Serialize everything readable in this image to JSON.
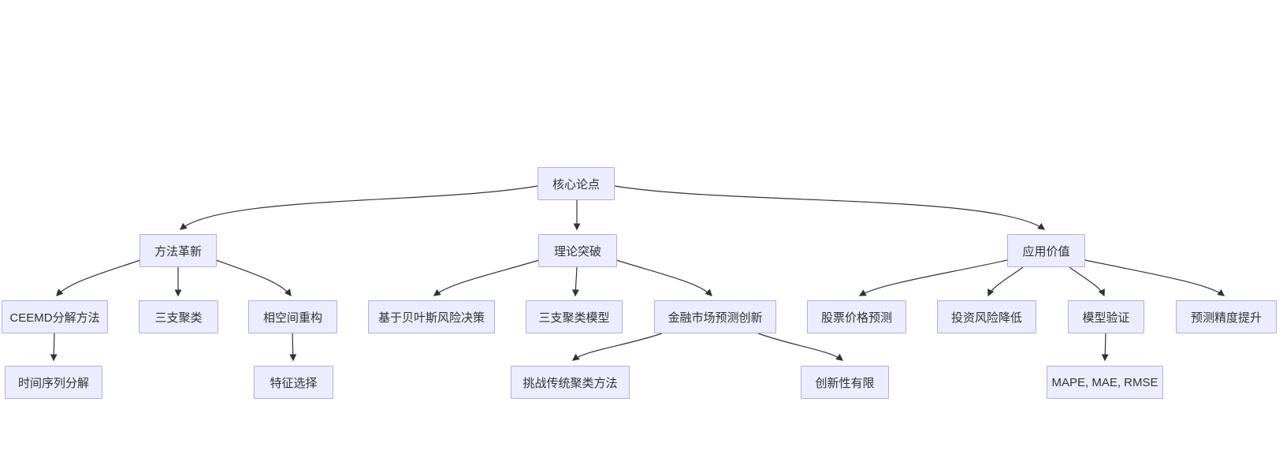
{
  "diagram": {
    "type": "flowchart-tree",
    "background_color": "#ffffff",
    "node_fill_color": "#ECECFF",
    "node_border_color": "#b0b0dd",
    "edge_color": "#333333",
    "text_color": "#333333",
    "nodes": {
      "core": {
        "label": "核心论点"
      },
      "method": {
        "label": "方法革新"
      },
      "theory": {
        "label": "理论突破"
      },
      "application": {
        "label": "应用价值"
      },
      "ceemd": {
        "label": "CEEMD分解方法"
      },
      "three_way": {
        "label": "三支聚类"
      },
      "phase_space": {
        "label": "相空间重构"
      },
      "bayes": {
        "label": "基于贝叶斯风险决策"
      },
      "three_way_model": {
        "label": "三支聚类模型"
      },
      "financial": {
        "label": "金融市场预测创新"
      },
      "stock": {
        "label": "股票价格预测"
      },
      "risk": {
        "label": "投资风险降低"
      },
      "validation": {
        "label": "模型验证"
      },
      "precision": {
        "label": "预测精度提升"
      },
      "decomposition": {
        "label": "时间序列分解"
      },
      "feature": {
        "label": "特征选择"
      },
      "challenge": {
        "label": "挑战传统聚类方法"
      },
      "novelty": {
        "label": "创新性有限"
      },
      "metrics": {
        "label": "MAPE, MAE, RMSE"
      }
    },
    "edges": [
      {
        "from": "core",
        "to": "method"
      },
      {
        "from": "core",
        "to": "theory"
      },
      {
        "from": "core",
        "to": "application"
      },
      {
        "from": "method",
        "to": "ceemd"
      },
      {
        "from": "method",
        "to": "three_way"
      },
      {
        "from": "method",
        "to": "phase_space"
      },
      {
        "from": "theory",
        "to": "bayes"
      },
      {
        "from": "theory",
        "to": "three_way_model"
      },
      {
        "from": "theory",
        "to": "financial"
      },
      {
        "from": "application",
        "to": "stock"
      },
      {
        "from": "application",
        "to": "risk"
      },
      {
        "from": "application",
        "to": "validation"
      },
      {
        "from": "application",
        "to": "precision"
      },
      {
        "from": "ceemd",
        "to": "decomposition"
      },
      {
        "from": "phase_space",
        "to": "feature"
      },
      {
        "from": "financial",
        "to": "challenge"
      },
      {
        "from": "financial",
        "to": "novelty"
      },
      {
        "from": "validation",
        "to": "metrics"
      }
    ]
  }
}
